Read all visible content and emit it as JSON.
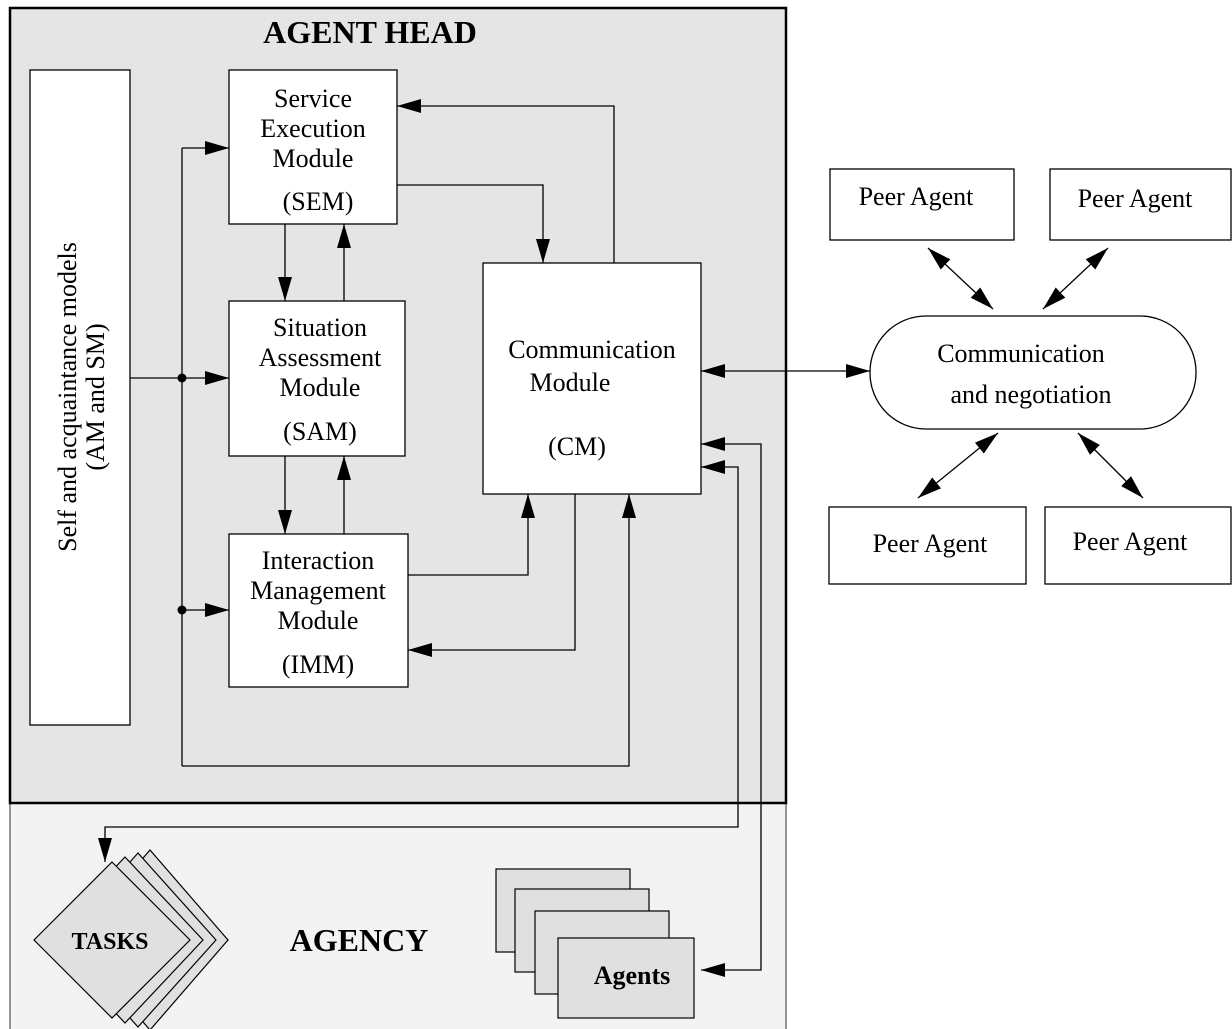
{
  "agent_head": {
    "title": "AGENT HEAD",
    "models": {
      "line1": "Self and acquaintance models",
      "line2": "(AM and SM)"
    },
    "sem": {
      "line1": "Service",
      "line2": "Execution",
      "line3": "Module",
      "line4": "(SEM)"
    },
    "sam": {
      "line1": "Situation",
      "line2": "Assessment",
      "line3": "Module",
      "line4": "(SAM)"
    },
    "imm": {
      "line1": "Interaction",
      "line2": "Management",
      "line3": "Module",
      "line4": "(IMM)"
    },
    "cm": {
      "line1": "Communication",
      "line2": "Module",
      "line3": "(CM)"
    }
  },
  "agency": {
    "label": "AGENCY",
    "tasks": "TASKS",
    "agents": "Agents"
  },
  "negotiation": {
    "line1": "Communication",
    "line2": "and negotiation"
  },
  "peers": [
    "Peer Agent",
    "Peer Agent",
    "Peer Agent",
    "Peer Agent"
  ],
  "colors": {
    "agent_head_bg": "#e5e5e5",
    "agency_bg": "#f3f3f3",
    "stack_fill": "#e0e0e0",
    "line": "#000000"
  }
}
